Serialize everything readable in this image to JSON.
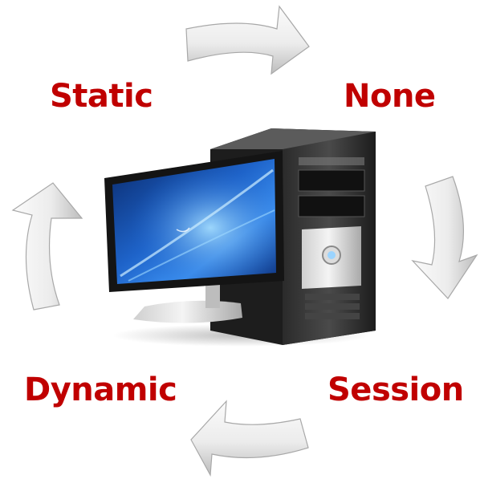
{
  "labels": {
    "static": "Static",
    "none": "None",
    "dynamic": "Dynamic",
    "session": "Session"
  },
  "colors": {
    "label_color": "#c00000",
    "arrow_light": "#f7f7f7",
    "arrow_dark": "#c9c9c9",
    "arrow_edge": "#a8a8a8"
  },
  "icons": {
    "center": "desktop-computer-icon",
    "arrows": [
      "cycle-arrow-right-icon",
      "cycle-arrow-down-icon",
      "cycle-arrow-left-icon",
      "cycle-arrow-up-icon"
    ]
  }
}
